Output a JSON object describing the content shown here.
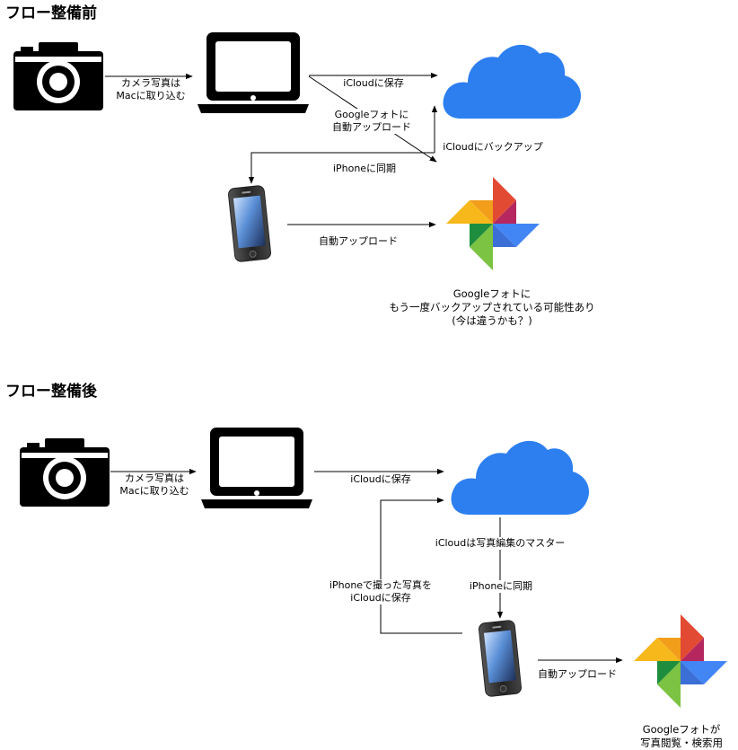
{
  "before": {
    "title": "フロー整備前",
    "labels": {
      "camera_import": "カメラ写真は\nMacに取り込む",
      "icloud_save": "iCloudに保存",
      "google_auto_upload": "Googleフォトに\n自動アップロード",
      "icloud_backup": "iCloudにバックアップ",
      "iphone_sync": "iPhoneに同期",
      "phone_auto_upload": "自動アップロード"
    },
    "note": "Googleフォトに\nもう一度バックアップされている可能性あり\n(今は違うかも？)"
  },
  "after": {
    "title": "フロー整備後",
    "labels": {
      "camera_import": "カメラ写真は\nMacに取り込む",
      "icloud_save": "iCloudに保存",
      "icloud_master": "iCloudは写真編集のマスター",
      "iphone_sync": "iPhoneに同期",
      "iphone_shot_save": "iPhoneで撮った写真を\niCloudに保存",
      "phone_auto_upload": "自動アップロード"
    },
    "note": "Googleフォトが\n写真閲覧・検索用"
  },
  "colors": {
    "cloud": "#2d7ff0",
    "pin_red": "#e24a33",
    "pin_yellow": "#f6b81a",
    "pin_green": "#3aa757",
    "pin_blue": "#4285f4",
    "pin_lime": "#7cc243",
    "pin_magenta": "#b5275e",
    "pin_darkblue": "#3b6fd6",
    "pin_darkgreen": "#1e8e3e"
  }
}
